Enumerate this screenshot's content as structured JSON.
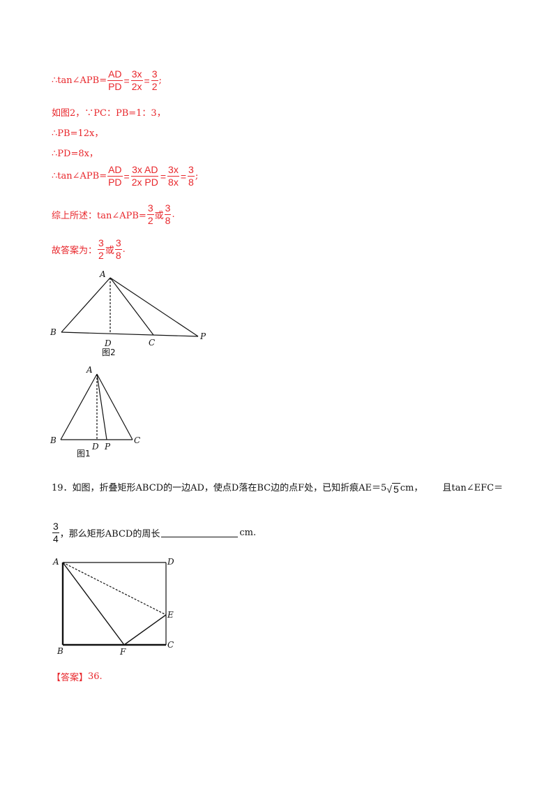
{
  "solution": {
    "l1": {
      "prefix": "∴tan∠APB=",
      "f1n": "AD",
      "f1d": "PD",
      "eq1": "=",
      "f2n": "3x",
      "f2d": "2x",
      "eq2": "=",
      "f3n": "3",
      "f3d": "2",
      "end": ";"
    },
    "l2": "如图2，∵PC：PB=1：3，",
    "l3": "∴PB=12x，",
    "l4": "∴PD=8x，",
    "l5": {
      "prefix": "∴tan∠APB=",
      "f1n": "AD",
      "f1d": "PD",
      "eq1": "=",
      "f2n": "3x AD",
      "f2d": "2x PD",
      "eq2": "=",
      "f3n": "3x",
      "f3d": "8x",
      "eq3": "=",
      "f4n": "3",
      "f4d": "8",
      "end": ";"
    },
    "l6": {
      "prefix": "综上所述：tan∠APB=",
      "f1n": "3",
      "f1d": "2",
      "mid": "或",
      "f2n": "3",
      "f2d": "8",
      "end": "."
    },
    "l7": {
      "prefix": "故答案为：",
      "f1n": "3",
      "f1d": "2",
      "mid": "或",
      "f2n": "3",
      "f2d": "8",
      "end": "."
    }
  },
  "figure2": {
    "labels": {
      "A": "A",
      "B": "B",
      "C": "C",
      "D": "D",
      "P": "P"
    },
    "caption": "图2"
  },
  "figure1": {
    "labels": {
      "A": "A",
      "B": "B",
      "C": "C",
      "D": "D",
      "P": "P"
    },
    "caption": "图1"
  },
  "question": {
    "line1_start": "19．如图，折叠矩形ABCD的一边AD，使点D落在BC边的点F处，已知折痕AE＝5",
    "sqrt_value": "5",
    "line1_unit": "cm，",
    "line1_end": "且tan∠EFC＝",
    "frac_num": "3",
    "frac_den": "4",
    "line2": "，那么矩形ABCD的周长",
    "line2_end": "cm."
  },
  "figure3": {
    "labels": {
      "A": "A",
      "B": "B",
      "C": "C",
      "D": "D",
      "E": "E",
      "F": "F"
    }
  },
  "answer": {
    "tag": "【答案】",
    "value": "36."
  }
}
